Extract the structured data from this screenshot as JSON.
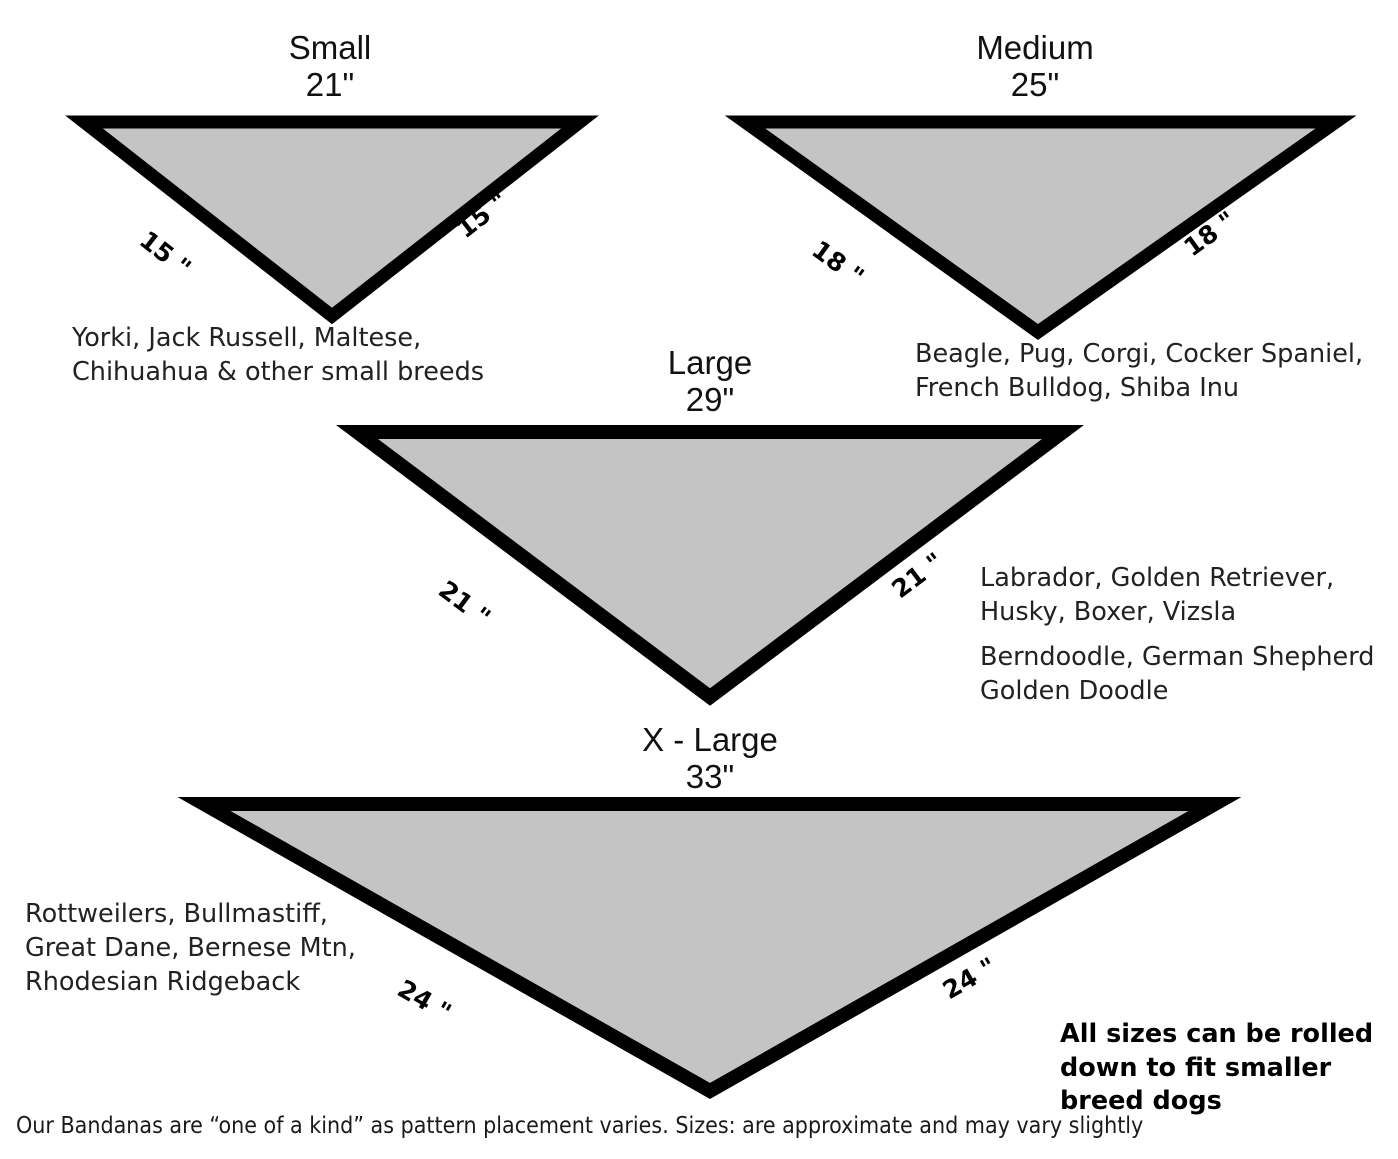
{
  "page": {
    "background": "#ffffff",
    "fill_color": "#c4c4c4",
    "stroke_color": "#000000"
  },
  "sizes": [
    {
      "id": "small",
      "name": "Small",
      "measure": "21\"",
      "left_edge": "15 \"",
      "right_edge": "15 \"",
      "breeds": [
        [
          "Yorki, Jack Russell, Maltese,",
          "Chihuahua & other small breeds"
        ]
      ]
    },
    {
      "id": "medium",
      "name": "Medium",
      "measure": "25\"",
      "left_edge": "18 \"",
      "right_edge": "18 \"",
      "breeds": [
        [
          "Beagle, Pug, Corgi, Cocker Spaniel,",
          "French Bulldog, Shiba Inu"
        ]
      ]
    },
    {
      "id": "large",
      "name": "Large",
      "measure": "29\"",
      "left_edge": "21 \"",
      "right_edge": "21 \"",
      "breeds": [
        [
          "Labrador, Golden Retriever,",
          "Husky, Boxer, Vizsla"
        ],
        [
          "Berndoodle, German Shepherd",
          "Golden Doodle"
        ]
      ]
    },
    {
      "id": "xlarge",
      "name": "X - Large",
      "measure": "33\"",
      "left_edge": "24 \"",
      "right_edge": "24 \"",
      "breeds": [
        [
          "Rottweilers, Bullmastiff,",
          "Great Dane, Bernese Mtn,",
          "Rhodesian Ridgeback"
        ]
      ]
    }
  ],
  "callout": {
    "lines": [
      "All sizes can be rolled",
      "down to fit smaller",
      "breed dogs"
    ]
  },
  "footer": {
    "note": "Our Bandanas are “one of a kind” as pattern placement varies. Sizes: are approximate and may vary slightly"
  }
}
